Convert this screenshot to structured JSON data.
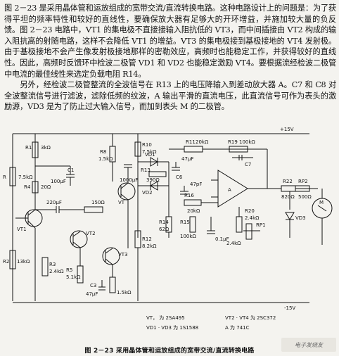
{
  "text": {
    "p1": "图 2－23 是采用晶体管和运放组成的宽带交流/直流转换电路。这种电路设计上的问题是：为了获得平坦的频率特性和较好的直线性，要确保放大器有足够大的开环增益，并施加较大量的负反馈。图 2－23 电路中，VT1 的集电极不直接接输入阻抗低的 VT3，而中间插接由 VT2 构成的输入阻抗高的射随电路，这样不会降低 VT1 的增益。VT3 的集电极接到基极接地的 VT4 发射极。由于基极接地不会产生像发射极接地那样的密勒效应，高频时也能稳定工作，并获得较好的直线性。因此，高频时反馈环中检波二极管 VD1 和 VD2 也能稳定激励 VT4。要根据流经检波二极管中电流的最佳线性来选定负载电阻 R14。",
    "p2": "另外，经检波二极管整流的全波信号在 R13 上的电压降输入到差动放大器 A。C7 和 C8 对全波整流信号进行滤波，滤除低频的纹波，A 输出平滑的直流电压，此直流信号可作为表头的激励源，VD3 是为了防止过大输入信号，而加到表头 M 的二极管。"
  },
  "circuit": {
    "supply_pos": "+15V",
    "supply_neg": "-15V",
    "r1": "R1",
    "r1_val": "3kΩ",
    "r": "R",
    "r_val": "7.5kΩ",
    "r4": "R4",
    "r4_val": "20Ω",
    "c1": "C1",
    "c1_val": "100μF",
    "vt1": "VT1",
    "c2_val": "220μF",
    "r2": "R2",
    "r2_val": "13kΩ",
    "r3": "R3",
    "r3_val": "2.4kΩ",
    "vt2": "VT2",
    "r5": "R5",
    "r5_val": "5.1kΩ",
    "c3": "C3",
    "c3_val": "47μF",
    "r6_val": "1.5kΩ",
    "vt3": "VT3",
    "r8": "R8",
    "r8_val": "1.5kΩ",
    "c4_val": "1000μF",
    "vt": "VT",
    "r9_val": "150Ω",
    "r10": "R10",
    "r10_val": "7.5kΩ",
    "r12": "R12",
    "r12_val": "8.2kΩ",
    "vd1": "VD1",
    "r13": "R13",
    "r13_val": "390Ω",
    "r14": "R14",
    "r14_val": "62Ω",
    "vd2": "VD2",
    "c6": "C6",
    "r11": "R11",
    "r11_val": "20kΩ",
    "c5_val": "47μF",
    "c_val": "47pF",
    "r16": "R16",
    "r16_val": "20kΩ",
    "r15": "R15",
    "r15_val": "100kΩ",
    "c8_val": "0.1μF",
    "r19": "R19",
    "r19_val": "100kΩ",
    "c7": "C7",
    "opamp": "A",
    "r20": "R20",
    "r20_val": "2.4kΩ",
    "r21_val": "2.4kΩ",
    "rp1": "RP1",
    "r22": "R22",
    "r22_val": "820Ω",
    "rp2": "RP2",
    "rp2_val": "500Ω",
    "meter": "M",
    "vd3": "VD3",
    "legend_vt": "VT，    为 2SA495",
    "legend_vt2": "VT2 · VT4 为 2SC372",
    "legend_vd": "VD1 · VD3 为 1S1588",
    "legend_a": "A    为 741C"
  },
  "caption": "图 2－23    采用晶体管和运放组成的宽带交流/直流转换电路",
  "watermark": "电子发烧友"
}
